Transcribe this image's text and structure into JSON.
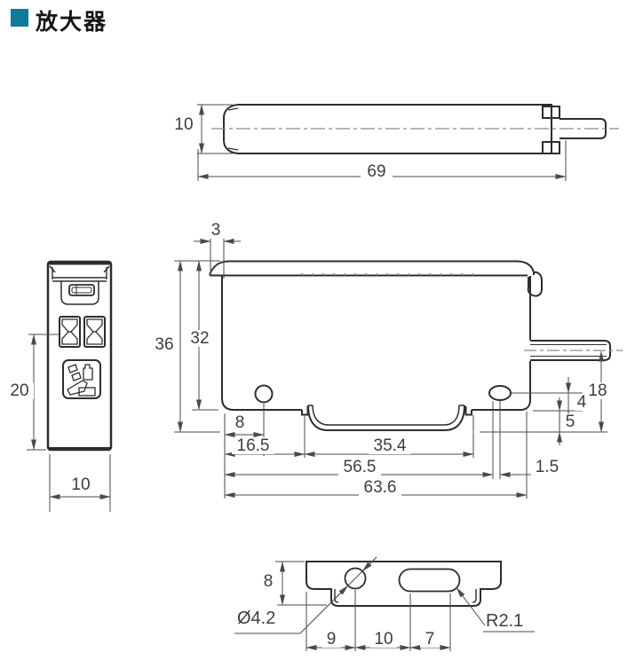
{
  "title": {
    "text": "放大器"
  },
  "accent_color": "#0f7a9c",
  "views": {
    "top": {
      "height": "10",
      "length": "69"
    },
    "side": {
      "span": "20",
      "width": "10"
    },
    "front": {
      "lid_overhang": "3",
      "overall_height": "36",
      "body_height": "32",
      "hole_offset_x": "8",
      "rail_start": "16.5",
      "rail_width": "35.4",
      "slot_edge": "56.5",
      "slot_center_offset": "1.5",
      "overall_length": "63.6",
      "cable_height": "18",
      "slot_to_bottom": "4",
      "rail_depth": "5"
    },
    "bottom": {
      "height": "8",
      "hole_diameter": "Ø4.2",
      "slot_radius": "R2.1",
      "edge_to_hole": "9",
      "hole_to_slot": "10",
      "slot_width": "7"
    }
  }
}
